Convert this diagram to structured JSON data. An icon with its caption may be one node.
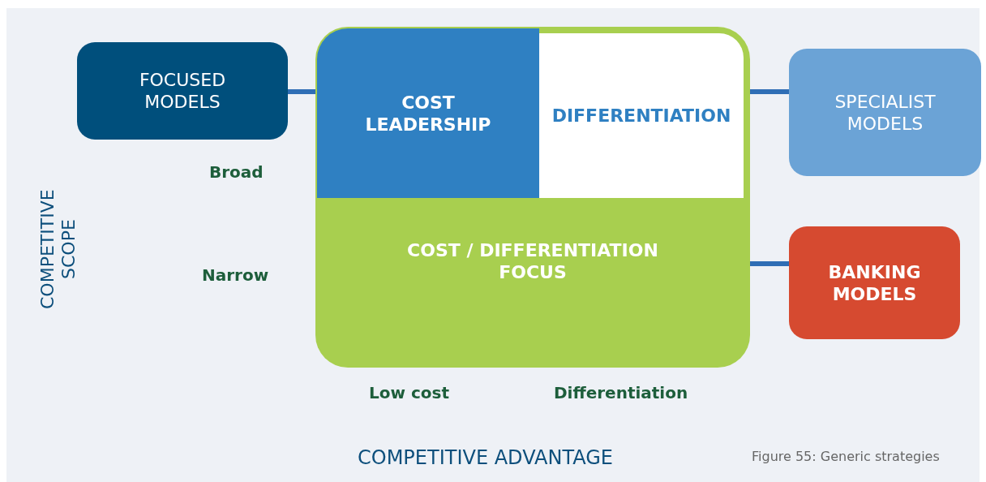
{
  "diagram": {
    "caption": "Figure 55: Generic strategies",
    "nodes": [
      {
        "text": [
          "FOCUSED MODELS"
        ]
      },
      {
        "text": [
          "COST / DIFFERENTIATION FOCUS"
        ]
      },
      {
        "text": [
          "COST LEADERSHIP"
        ],
        "in": 1
      },
      {
        "text": [
          "DIFFERENTIATION"
        ],
        "in": 1
      },
      {
        "text": [
          "SPECIALIST MODELS"
        ]
      },
      {
        "text": [
          "BANKING MODELS"
        ]
      }
    ],
    "edges": [
      {
        "from": 0,
        "to": 2,
        "arrow": "none"
      },
      {
        "from": 3,
        "to": 4,
        "arrow": "none"
      },
      {
        "from": 1,
        "to": 5,
        "arrow": "none"
      }
    ],
    "labels": [
      "COMPETITIVE SCOPE",
      "Broad",
      "Narrow",
      "Low cost",
      "Differentiation",
      "COMPETITIVE ADVANTAGE"
    ]
  }
}
